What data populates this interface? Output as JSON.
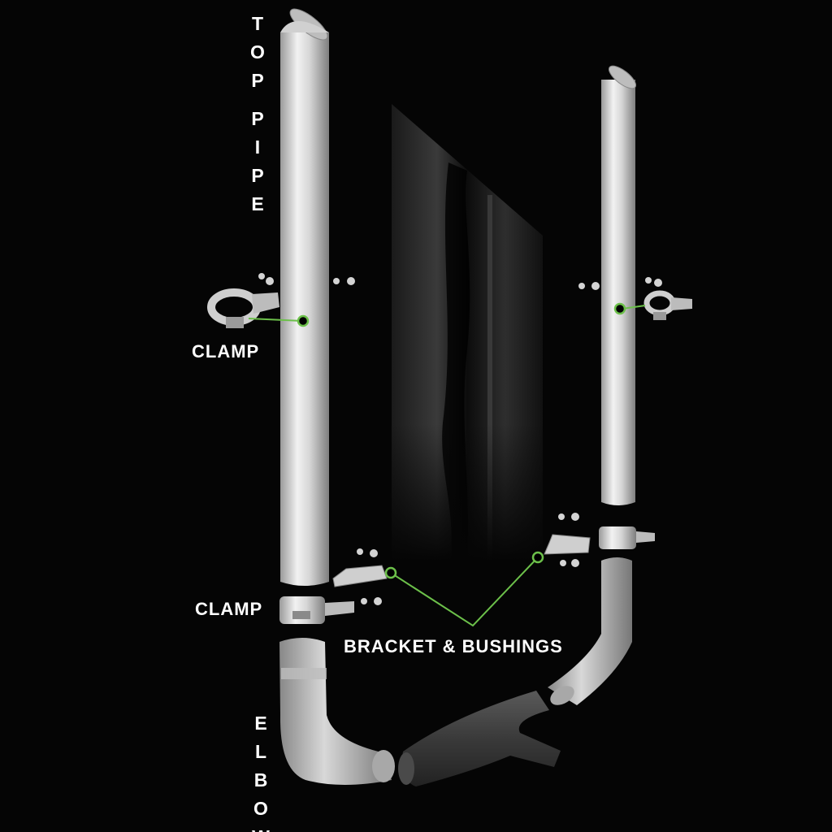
{
  "labels": {
    "top_pipe": "TOP PIPE",
    "clamp_upper": "CLAMP",
    "clamp_lower": "CLAMP",
    "bracket_bushings": "BRACKET & BUSHINGS",
    "elbow": "ELBOW"
  },
  "colors": {
    "background": "#050505",
    "callout": "#6cc04a",
    "text": "#ffffff",
    "chrome_light": "#e8e8e8",
    "chrome_dark": "#8a8a8a"
  }
}
